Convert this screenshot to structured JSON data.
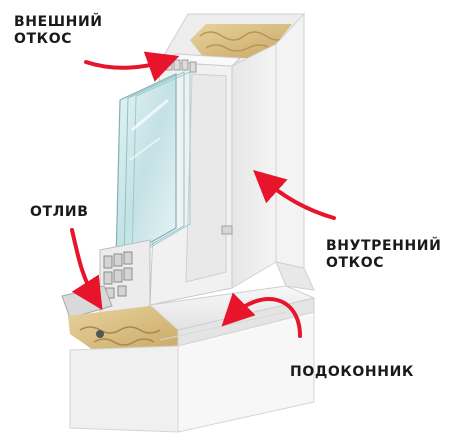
{
  "labels": {
    "outer_slope": {
      "line1": "ВНЕШНИЙ",
      "line2": "ОТКОС"
    },
    "ebb": {
      "line1": "ОТЛИВ"
    },
    "inner_slope": {
      "line1": "ВНУТРЕННИЙ",
      "line2": "ОТКОС"
    },
    "windowsill": {
      "line1": "ПОДОКОННИК"
    }
  },
  "colors": {
    "arrow": "#e8142c",
    "text": "#1a1a1a",
    "frame": "#f2f2f2",
    "glass": "#cfe7ea",
    "insulation": "#d8c08a"
  }
}
